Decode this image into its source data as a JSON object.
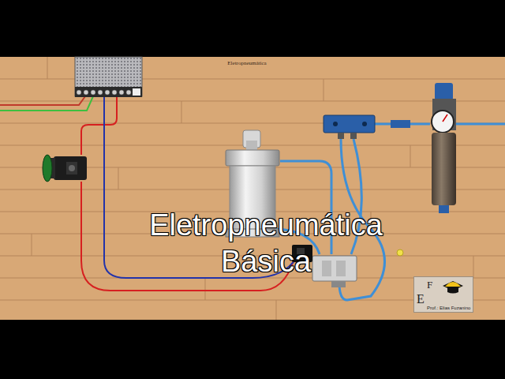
{
  "diagram": {
    "title": "Eletropneumática Básica",
    "nodes": [
      {
        "text": [
          "E",
          "F",
          "Prof.: Elias Fuzanino"
        ]
      }
    ],
    "labels": [
      "Eletropneumática"
    ]
  }
}
